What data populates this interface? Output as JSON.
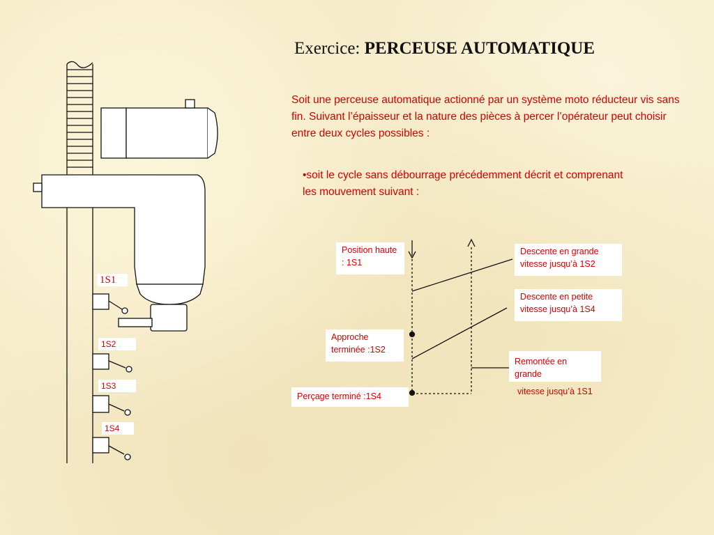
{
  "title": {
    "prefix": "Exercice: ",
    "main": "PERCEUSE AUTOMATIQUE"
  },
  "intro": "Soit une perceuse automatique actionné par un système moto réducteur vis sans fin. Suivant l’épaisseur et la nature des pièces à percer l’opérateur peut choisir entre deux cycles possibles :",
  "bullet": "•soit le cycle sans débourrage précédemment décrit et comprenant les mouvement suivant :",
  "switches": {
    "s1": "1S1",
    "s2": "1S2",
    "s3": "1S3",
    "s4": "1S4"
  },
  "cycle": {
    "position_haute": "Position haute : 1S1",
    "approche": "Approche terminée :1S2",
    "percage": "Perçage terminé :1S4",
    "descente_grande": "Descente en grande vitesse jusqu’à 1S2",
    "descente_petite": "Descente en petite vitesse jusqu’à 1S4",
    "remontee": "Remontée en grande",
    "remontee_suite": "vitesse jusqu’à 1S1"
  },
  "colors": {
    "text_red": "#d40000",
    "line": "#111111",
    "background": "#f5ebc9"
  }
}
